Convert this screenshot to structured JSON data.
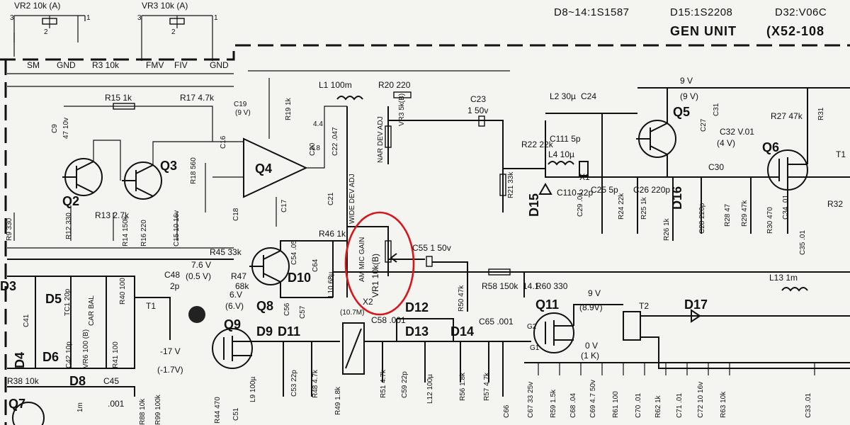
{
  "header": {
    "diodes_a": "D8~14:1S1587",
    "diodes_b": "D15:1S2208",
    "diodes_c": "D32:V06C",
    "unit": "GEN UNIT",
    "unit_code": "(X52-108"
  },
  "labels": {
    "vr2": "VR2 10k (A)",
    "vr3a": "VR3 10k (A)",
    "sm": "SM",
    "gnd1": "GND",
    "r3": "R3 10k",
    "fmv": "FMV",
    "fiv": "FIV",
    "gnd2": "GND",
    "r15": "R15 1k",
    "r17": "R17 4.7k",
    "c19a": "C19",
    "c16": "C16",
    "q4": "Q4",
    "q2": "Q2",
    "q3": "Q3",
    "r12": "R12 330",
    "r13": "R13 2.7k",
    "r14": "R14 150k",
    "r16": "R16 220",
    "r18": "R18 560",
    "c15": "C15 10 16v",
    "c9": "C9",
    "r9": "R9 330",
    "l1": "L1 100m",
    "r20": "R20 220",
    "vr3b": "VR3 5k(B)",
    "nar": "NAR DEV ADJ",
    "wide": "WIDE DEV ADJ",
    "c20": "C20",
    "c21": "C21",
    "c23": "C23",
    "c23v": "1 50v",
    "r22": "R22 22k",
    "r21": "R21 33k",
    "d15": "D15",
    "l2": "L2 30µ",
    "c24": "C24",
    "c111": "C111 5p",
    "l4": "L4 10µ",
    "x1": "X1",
    "c110": "C110 22p",
    "c25": "C25 5p",
    "c26": "C26 220p",
    "c29": "C29 .01",
    "r24": "R24 22k",
    "r25": "R25 1k",
    "r26": "R26 1k",
    "d16": "D16",
    "c28": "C28 220p",
    "q5": "Q5",
    "v9": "9 V",
    "v9a": "(9 V)",
    "c31": "C31",
    "c27": "C27",
    "r27": "R27 47k",
    "r31": "R31",
    "c32": "C32 V.01",
    "c32v": "(4 V)",
    "q6": "Q6",
    "c30": "C30",
    "r28": "R28 47",
    "r29": "R29 47k",
    "r30": "R30 470",
    "c34": "C34 .01",
    "c35": "C35 .01",
    "r32": "R32",
    "t1b": "T1",
    "r46": "R46 1k",
    "r45": "R45 33k",
    "c54": "C54 .05",
    "v76": "7.6 V",
    "v05": "(0.5 V)",
    "c48": "C48",
    "c48v": "2p",
    "r47": "R47",
    "r47v": "68k",
    "q8": "Q8",
    "v6": "6.V",
    "v6a": "(6.V)",
    "d10": "D10",
    "c56": "C56",
    "c57": "C57",
    "c64": "C64",
    "l10": "L10 68µ",
    "am": "AM MIC GAIN",
    "vr1": "VR1 10k(B)",
    "c55": "C55 1 50v",
    "r50": "R50 47k",
    "r58": "R58 150k",
    "r60": "R60 330",
    "v14": "14.1",
    "q11": "Q11",
    "v9b": "9 V",
    "v89": "(8.9V)",
    "t2": "T2",
    "d17": "D17",
    "l13": "L13 1m",
    "d12": "D12",
    "d13": "D13",
    "d14": "D14",
    "c58": "C58 .001",
    "c65": "C65 .001",
    "x2": "X2",
    "x2f": "(10.7M)",
    "g2": "G2",
    "g1": "G1",
    "v0": "0 V",
    "v1k": "(1 K)",
    "d3": "D3",
    "d4": "D4",
    "d5": "D5",
    "d6": "D6",
    "c41": "C41",
    "c42": "C42 10p",
    "tc1": "TC1 20p",
    "car": "CAR BAL",
    "vr6": "VR6 100 (B)",
    "r40": "R40 100",
    "r41": "R41 100",
    "t1": "T1",
    "q9": "Q9",
    "d9": "D9",
    "d11": "D11",
    "v17": "-17 V",
    "v17a": "(-1.7V)",
    "r38": "R38 10k",
    "d8": "D8",
    "c45": "C45",
    "c45v": ".001",
    "q7": "Q7",
    "l9": "L9 100µ",
    "c51": "C51",
    "c53": "C53 22p",
    "r48": "R48 4.7k",
    "r49": "R49 1.8k",
    "r51": "R51 4.7k",
    "c59": "C59 22p",
    "l12": "L12 100µ",
    "r56": "R56 1.8k",
    "r57": "R57 4.7k",
    "c66": "C66",
    "c67": "C67 33 25v",
    "r59": "R59 1.5k",
    "c68": "C68 .04",
    "c69": "C69 4.7 50v",
    "r61": "R61 100",
    "c70": "C70 .01",
    "r62": "R62 1k",
    "c71": "C71 .01",
    "c72": "C72 10 16v",
    "r63": "R63 10k",
    "c33": "C33 .01",
    "r44": "R44 470",
    "r88": "R88 10k",
    "r99": "R99 100k",
    "l1m": "1m",
    "v47": "47 10v",
    "v220": "220",
    "c22": "C22 .047",
    "r19": "R19 1k",
    "c18": "C18",
    "c17": "C17",
    "v9c": "(9 V)",
    "v4": "4.4",
    "v48": "4.8"
  },
  "colors": {
    "ink": "#111111",
    "paper": "#f4f4f1",
    "highlight": "#d9151b"
  }
}
